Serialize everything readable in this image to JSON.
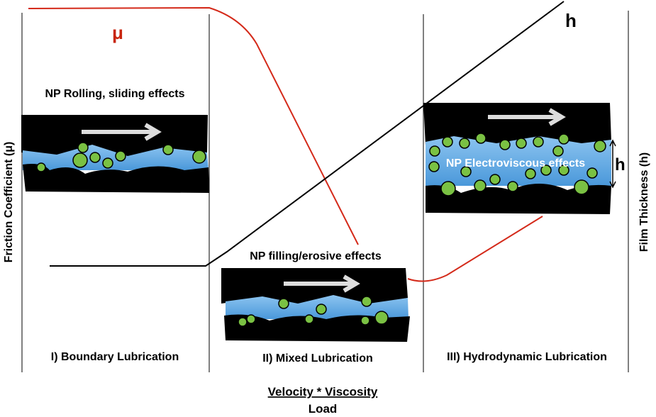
{
  "curves": {
    "mu_label": "μ",
    "h_label": "h"
  },
  "regimes": [
    {
      "label": "I) Boundary Lubrication",
      "effect": "NP Rolling, sliding effects"
    },
    {
      "label": "II) Mixed Lubrication",
      "effect": "NP filling/erosive effects"
    },
    {
      "label": "III) Hydrodynamic Lubrication",
      "effect": "NP Electroviscous effects"
    }
  ],
  "gap_label": "h",
  "axes": {
    "y_left": "Friction Coefficient (μ)",
    "y_right": "Film Thickness (h)",
    "x_numerator": "Velocity * Viscosity",
    "x_denominator": "Load"
  },
  "colors": {
    "mu": "#d42a1a",
    "fluid": "#5aa6e0",
    "particle": "#7ac143",
    "surface": "#000000"
  }
}
